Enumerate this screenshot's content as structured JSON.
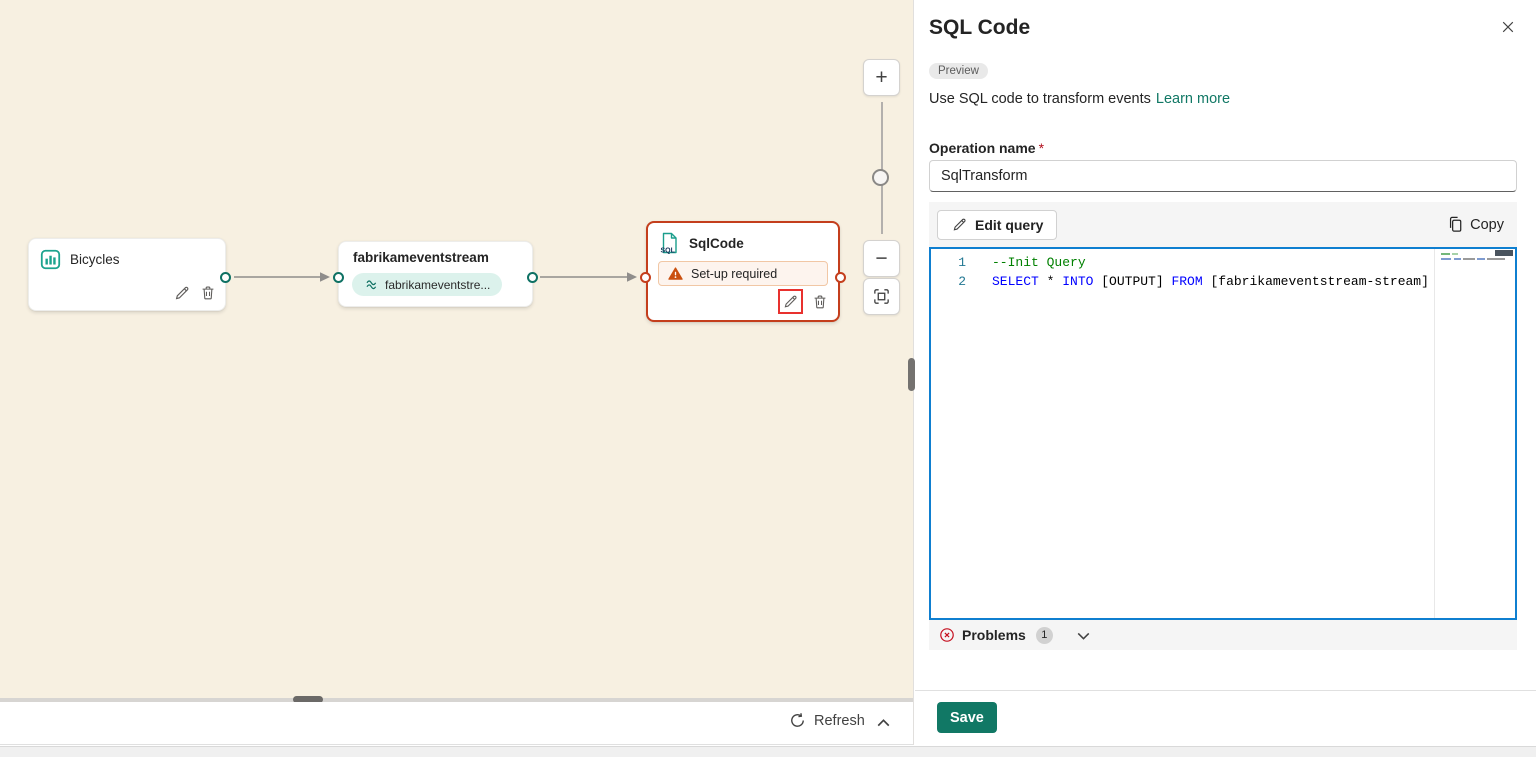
{
  "colors": {
    "canvas_background": "#f7f0e1",
    "accent_teal": "#117865",
    "node_error_orange": "#c43e1c",
    "editor_focus_blue": "#0f7fd0",
    "error_red": "#c50f1f",
    "save_button_green": "#117865",
    "annotation_highlight_red": "#e8312e",
    "code_keyword_blue": "#0000ff",
    "code_comment_green": "#008000"
  },
  "icons": {
    "bar-chart-icon": "rounded square with 3 teal bars",
    "stream-icon": "teal double wave",
    "sql-document-icon": "page with SQL label",
    "warning-icon": "orange triangle with !",
    "edit-icon": "pencil",
    "delete-icon": "trash can",
    "zoom-in-icon": "+",
    "zoom-out-icon": "−",
    "fit-view-icon": "frame corners around square",
    "refresh-icon": "circular arrow",
    "chevron-up-icon": "⌃",
    "chevron-down-icon": "⌄",
    "close-icon": "✕",
    "copy-icon": "overlapping pages",
    "error-icon": "red circle with x"
  },
  "canvas": {
    "nodes": {
      "bicycles": {
        "title": "Bicycles"
      },
      "eventstream": {
        "title": "fabrikameventstream",
        "stream_pill": "fabrikameventstre..."
      },
      "sqlcode": {
        "title": "SqlCode",
        "icon_label": "SQL",
        "warning": "Set-up required"
      }
    },
    "zoom_controls": {
      "zoom_in": "+",
      "zoom_out": "−"
    },
    "footer": {
      "refresh": "Refresh"
    }
  },
  "panel": {
    "title": "SQL Code",
    "preview_badge": "Preview",
    "description": "Use SQL code to transform events",
    "learn_more": "Learn more",
    "operation_name": {
      "label": "Operation name",
      "required": "*",
      "value": "SqlTransform"
    },
    "toolbar": {
      "edit_query": "Edit query",
      "copy": "Copy"
    },
    "editor": {
      "line1": {
        "num": "1",
        "comment": "--Init Query"
      },
      "line2": {
        "num": "2",
        "kw1": "SELECT",
        "t1": " * ",
        "kw2": "INTO",
        "t2": " [OUTPUT] ",
        "kw3": "FROM",
        "t3": " [fabrikameventstream-stream]"
      }
    },
    "problems": {
      "label": "Problems",
      "count": "1"
    },
    "save": "Save"
  }
}
